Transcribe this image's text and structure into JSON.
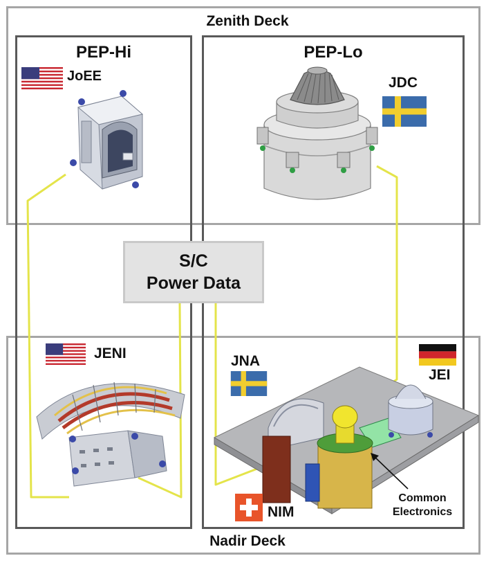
{
  "decks": {
    "zenith": "Zenith Deck",
    "nadir": "Nadir Deck"
  },
  "instruments": {
    "pep_hi": {
      "title": "PEP-Hi",
      "sensor": "JoEE",
      "flag_icon": "usa-flag-icon"
    },
    "pep_lo": {
      "title": "PEP-Lo",
      "sensor": "JDC",
      "flag_icon": "sweden-flag-icon"
    },
    "jeni": {
      "sensor": "JENI",
      "flag_icon": "usa-flag-icon"
    },
    "jna": {
      "sensor": "JNA",
      "flag_icon": "sweden-flag-icon"
    },
    "jei": {
      "sensor": "JEI",
      "flag_icon": "germany-flag-icon"
    },
    "nim": {
      "sensor": "NIM",
      "flag_icon": "switzerland-flag-icon"
    }
  },
  "spacecraft": {
    "line1": "S/C",
    "line2": "Power Data"
  },
  "common_electronics": {
    "line1": "Common",
    "line2": "Electronics"
  },
  "colors": {
    "cable": "#e4e44a",
    "zenith_frame": "#a6a6a6",
    "instrument_frame": "#595959",
    "sc_box_fill": "#e3e3e3"
  }
}
